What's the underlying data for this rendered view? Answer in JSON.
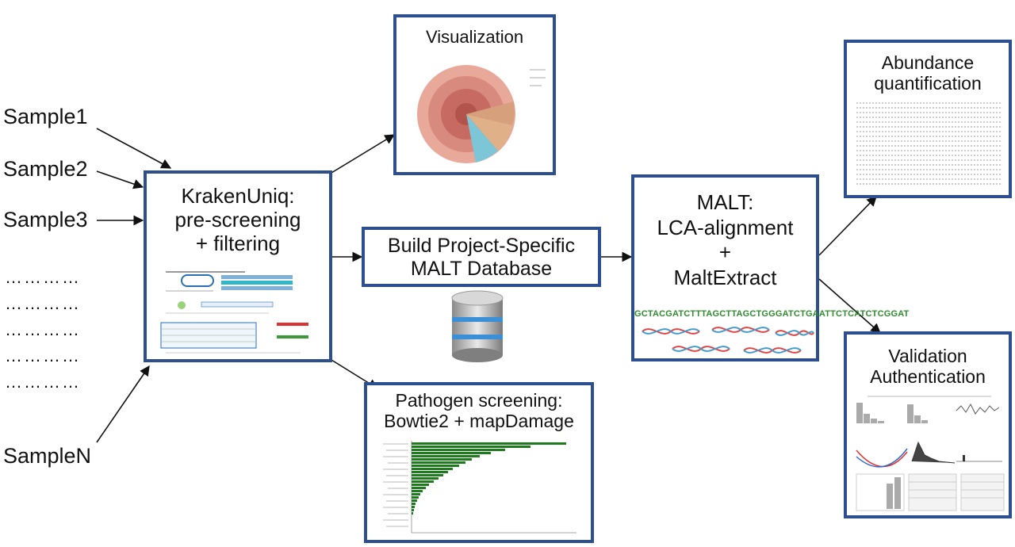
{
  "samples": [
    "Sample1",
    "Sample2",
    "Sample3",
    "SampleN"
  ],
  "dots": [
    "…………",
    "…………",
    "…………",
    "…………",
    "…………"
  ],
  "kraken": {
    "title_lines": [
      "KrakenUniq:",
      "pre-screening",
      "+ filtering"
    ]
  },
  "visualization": {
    "title": "Visualization"
  },
  "build": {
    "title_lines": [
      "Build Project-Specific",
      "MALT Database"
    ]
  },
  "pathogen": {
    "title_lines": [
      "Pathogen screening:",
      "Bowtie2 + mapDamage"
    ]
  },
  "malt": {
    "title_lines": [
      "MALT:",
      "LCA-alignment",
      "+",
      "MaltExtract"
    ],
    "sequence": "GCTACGATCTTTAGCTTAGCTGGGATCTGAATTCTCATCTCGGAT"
  },
  "abundance": {
    "title_lines": [
      "Abundance",
      "quantification"
    ]
  },
  "validation": {
    "title_lines": [
      "Validation",
      "Authentication"
    ]
  },
  "colors": {
    "box_border": "#2e4f8f",
    "arrow": "#111111",
    "sequence": "#2e8b2e",
    "database": "#3a8fd6"
  }
}
